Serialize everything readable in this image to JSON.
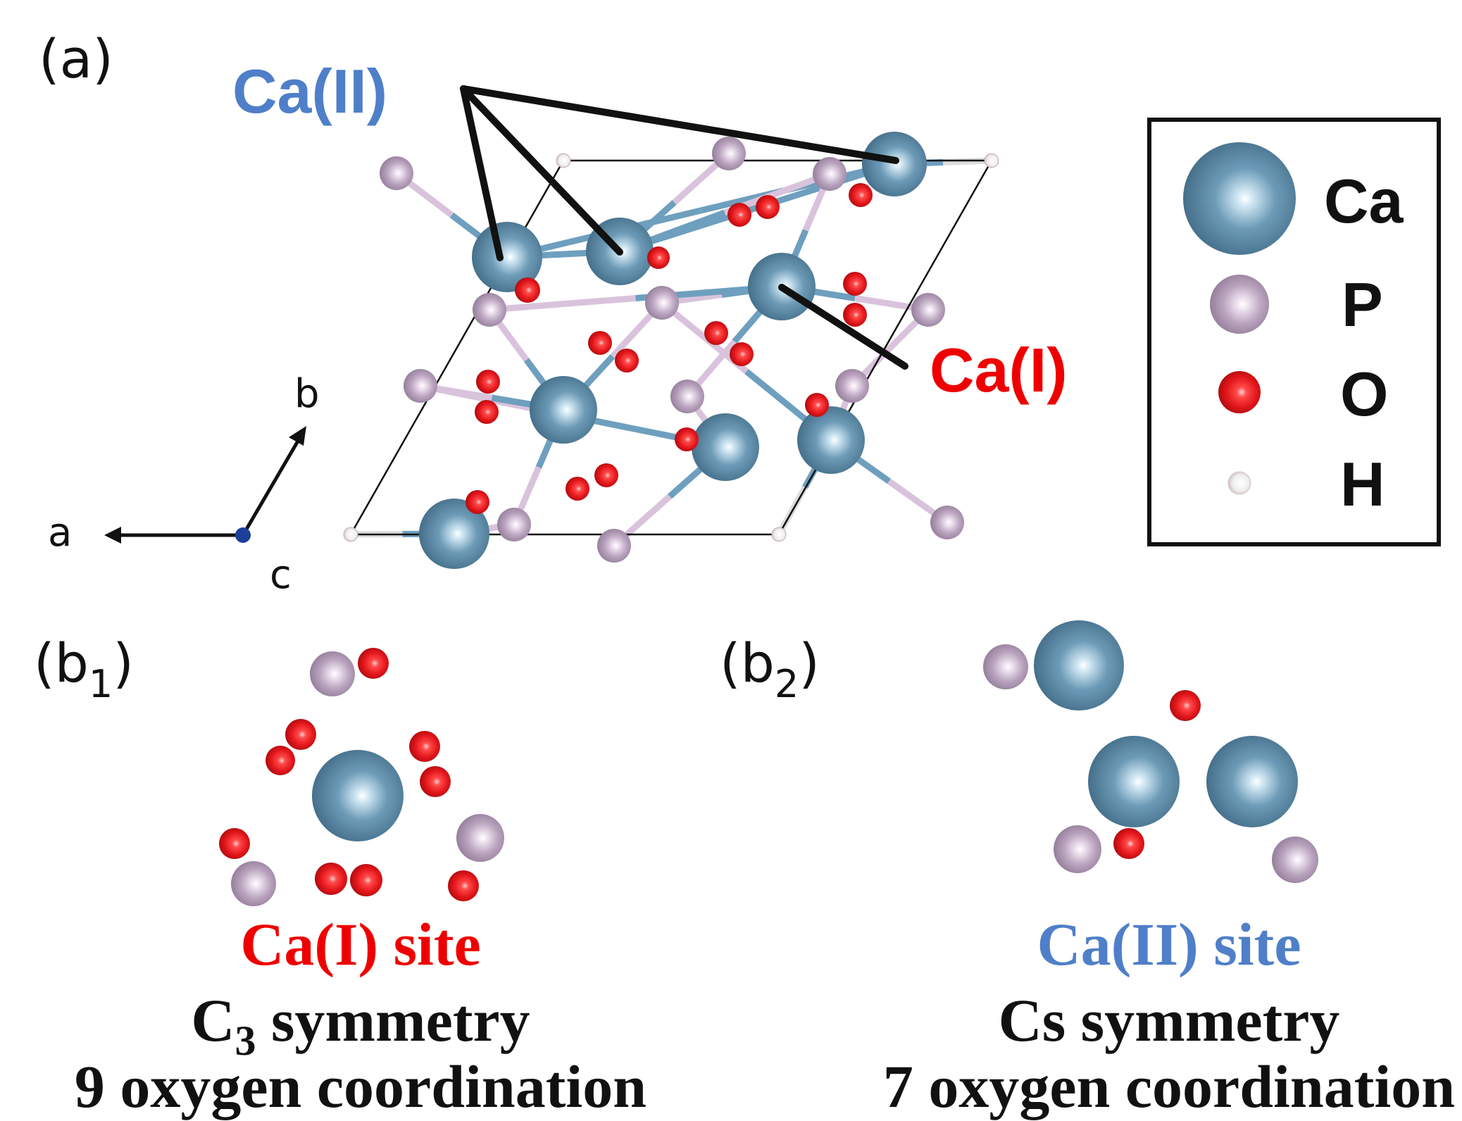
{
  "colors": {
    "ca": "#5f8fac",
    "p": "#b9a3be",
    "o": "#e3161b",
    "h": "#f0f0f0",
    "ca1_label": "#ee0000",
    "ca2_label": "#4f7fc8",
    "black": "#111111"
  },
  "panel_a": {
    "tag": "(a)",
    "ca2_label": "Ca(II)",
    "ca1_label": "Ca(I)",
    "axes": {
      "a": "a",
      "b": "b",
      "c": "c"
    }
  },
  "legend": {
    "items": [
      {
        "element": "ca",
        "label": "Ca"
      },
      {
        "element": "p",
        "label": "P"
      },
      {
        "element": "o",
        "label": "O"
      },
      {
        "element": "h",
        "label": "H"
      }
    ]
  },
  "panel_b1": {
    "tag_main": "(b",
    "tag_sub": "1",
    "tag_end": ")",
    "site_label": "Ca(I) site",
    "symmetry_main": "C",
    "symmetry_sub": "3",
    "symmetry_rest": " symmetry",
    "coordination": "9 oxygen coordination"
  },
  "panel_b2": {
    "tag_main": "(b",
    "tag_sub": "2",
    "tag_end": ")",
    "site_label": "Ca(II) site",
    "symmetry": "Cs symmetry",
    "coordination": "7 oxygen coordination"
  }
}
